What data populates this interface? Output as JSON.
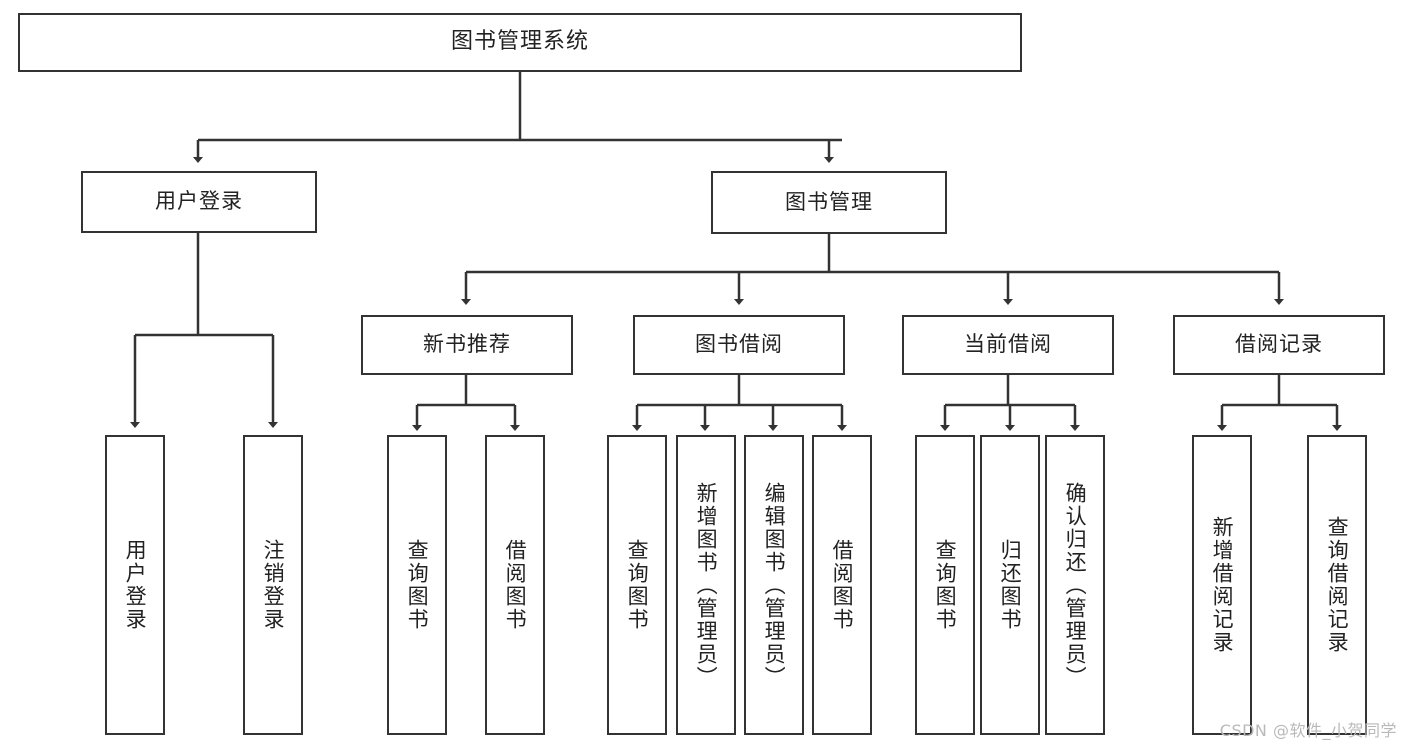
{
  "diagram": {
    "title": "图书管理系统",
    "type": "tree-hierarchy-chart",
    "root": {
      "id": "root",
      "label": "图书管理系统"
    },
    "level2": [
      {
        "id": "user-login",
        "label": "用户登录"
      },
      {
        "id": "book-management",
        "label": "图书管理"
      }
    ],
    "level3": [
      {
        "id": "new-book-recommend",
        "label": "新书推荐",
        "parent": "book-management"
      },
      {
        "id": "book-borrow",
        "label": "图书借阅",
        "parent": "book-management"
      },
      {
        "id": "current-borrow",
        "label": "当前借阅",
        "parent": "book-management"
      },
      {
        "id": "borrow-record",
        "label": "借阅记录",
        "parent": "book-management"
      }
    ],
    "leaves": [
      {
        "id": "leaf-user-login",
        "label": "用户登录",
        "parent": "user-login"
      },
      {
        "id": "leaf-logout-login",
        "label": "注销登录",
        "parent": "user-login"
      },
      {
        "id": "leaf-query-book-1",
        "label": "查询图书",
        "parent": "new-book-recommend"
      },
      {
        "id": "leaf-borrow-book-1",
        "label": "借阅图书",
        "parent": "new-book-recommend"
      },
      {
        "id": "leaf-query-book-2",
        "label": "查询图书",
        "parent": "book-borrow"
      },
      {
        "id": "leaf-add-book-admin",
        "label": "新增图书（管理员）",
        "parent": "book-borrow"
      },
      {
        "id": "leaf-edit-book-admin",
        "label": "编辑图书（管理员）",
        "parent": "book-borrow"
      },
      {
        "id": "leaf-borrow-book-2",
        "label": "借阅图书",
        "parent": "book-borrow"
      },
      {
        "id": "leaf-query-book-3",
        "label": "查询图书",
        "parent": "current-borrow"
      },
      {
        "id": "leaf-return-book",
        "label": "归还图书",
        "parent": "current-borrow"
      },
      {
        "id": "leaf-confirm-return-admin",
        "label": "确认归还（管理员）",
        "parent": "current-borrow"
      },
      {
        "id": "leaf-add-borrow-record",
        "label": "新增借阅记录",
        "parent": "borrow-record"
      },
      {
        "id": "leaf-query-borrow-record",
        "label": "查询借阅记录",
        "parent": "borrow-record"
      }
    ],
    "colors": {
      "border": "#333333",
      "background": "#ffffff",
      "text": "#222222",
      "edge": "#333333",
      "watermark": "#b9b9b9"
    }
  },
  "watermark": {
    "text": "CSDN @软件_小贺同学"
  }
}
